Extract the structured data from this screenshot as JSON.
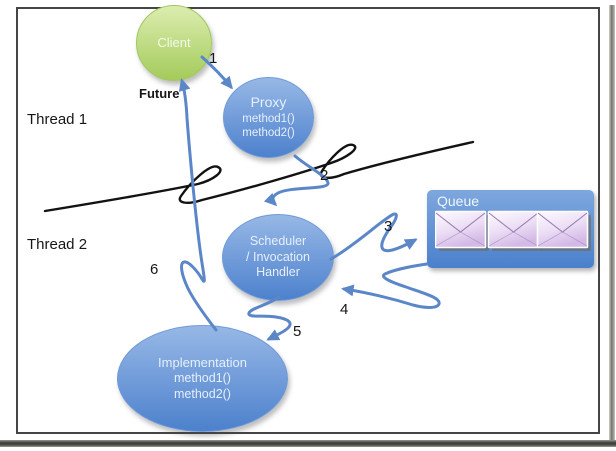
{
  "labels": {
    "thread1": "Thread 1",
    "thread2": "Thread 2",
    "future": "Future"
  },
  "steps": {
    "s1": "1",
    "s2": "2",
    "s3": "3",
    "s4": "4",
    "s5": "5",
    "s6": "6"
  },
  "nodes": {
    "client": {
      "title": "Client"
    },
    "proxy": {
      "title": "Proxy",
      "methods": [
        "method1()",
        "method2()"
      ]
    },
    "scheduler": {
      "lines": [
        "Scheduler",
        "/ Invocation",
        "Handler"
      ]
    },
    "implementation": {
      "title": "Implementation",
      "methods": [
        "method1()",
        "method2()"
      ]
    },
    "queue": {
      "title": "Queue",
      "envelope_count": 3
    }
  },
  "colors": {
    "node_blue_top": "#97b8e6",
    "node_blue_bottom": "#4d81cd",
    "client_green_top": "#dcedb0",
    "client_green_bottom": "#a4cb5b",
    "queue_box_top": "#7ea7de",
    "queue_box_bottom": "#4a80cc",
    "arrow_blue": "#5b87c8",
    "divider_black": "#121212",
    "envelope_fill_top": "#fdfaff",
    "envelope_fill_bottom": "#d3b9e6",
    "node_text": "#e6effb"
  }
}
